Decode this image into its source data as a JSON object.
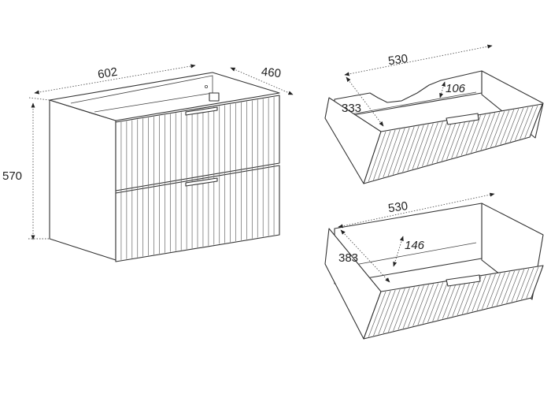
{
  "cabinet": {
    "width_label": "602",
    "depth_label": "460",
    "height_label": "570"
  },
  "drawer_top": {
    "width_label": "530",
    "depth_label": "333",
    "height_label": "106"
  },
  "drawer_bottom": {
    "width_label": "530",
    "depth_label": "383",
    "height_label": "146"
  },
  "colors": {
    "line": "#333333",
    "background": "#ffffff"
  }
}
